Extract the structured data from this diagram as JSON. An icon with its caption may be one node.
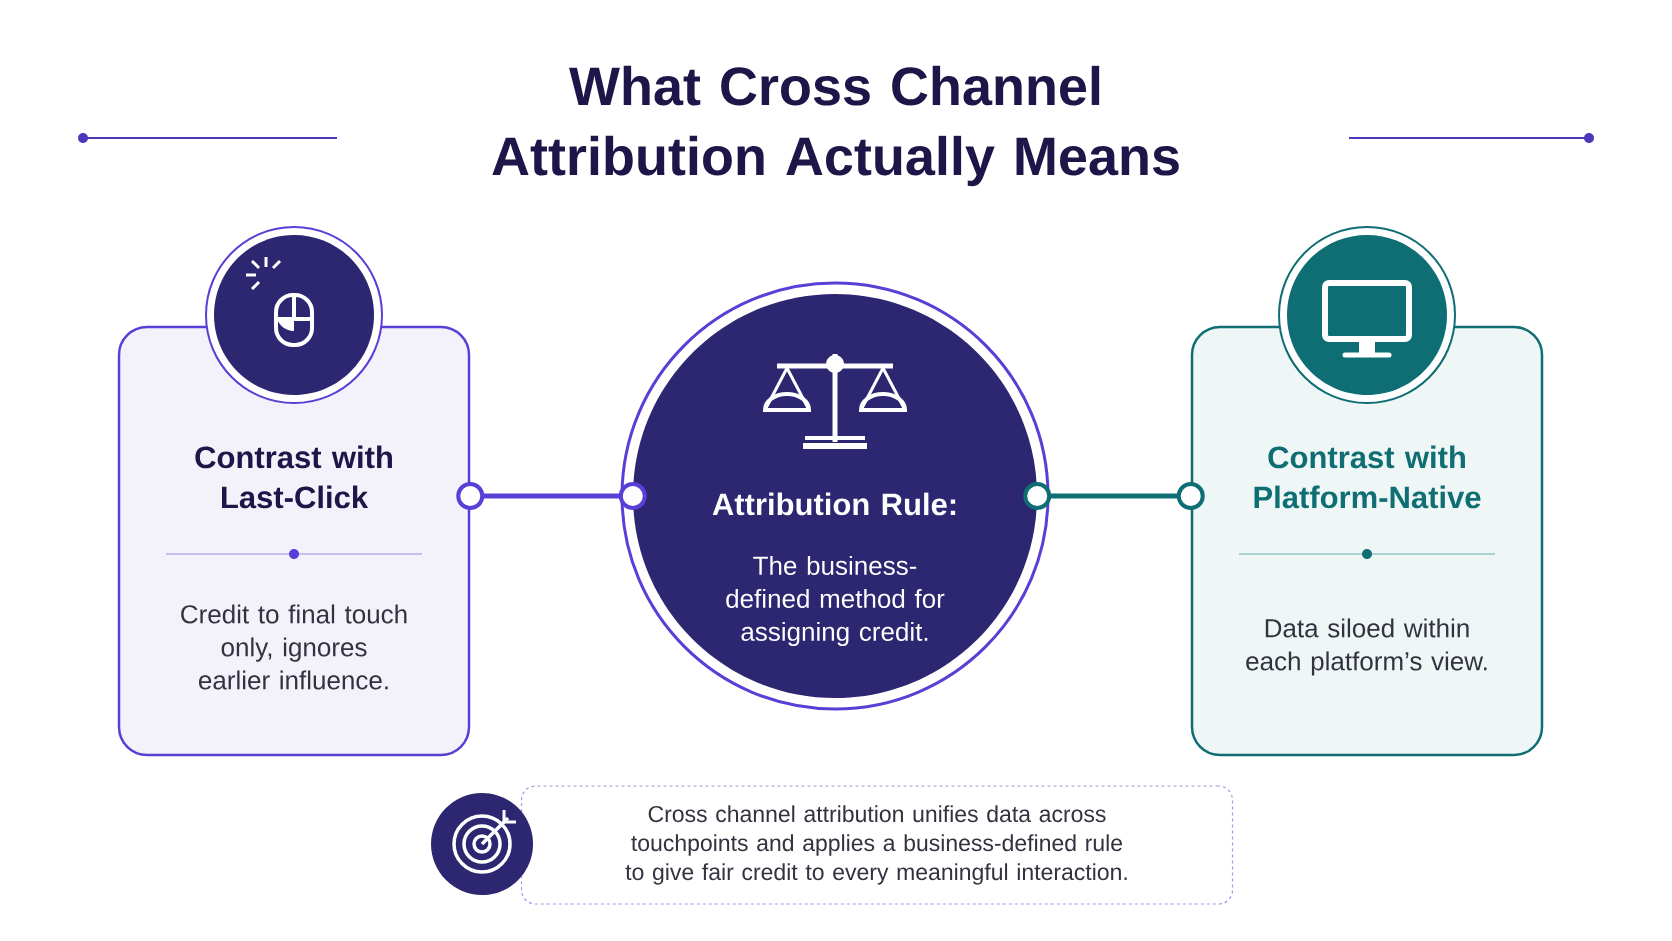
{
  "diagram": {
    "title": "What Cross Channel Attribution Actually Means",
    "nodes": [
      {
        "text": [
          "Contrast with Last-Click",
          "Credit to final touch only, ignores earlier influence."
        ]
      },
      {
        "text": [
          "Attribution Rule:",
          "The business-defined method for assigning credit."
        ]
      },
      {
        "text": [
          "Contrast with Platform-Native",
          "Data siloed within each platform’s view."
        ]
      },
      {
        "text": [
          "Cross channel attribution unifies data across touchpoints and applies a business-defined rule to give fair credit to every meaningful interaction."
        ]
      }
    ],
    "edges": [
      {
        "from": 0,
        "to": 1,
        "arrow": "other",
        "color": "#5a3fd6"
      },
      {
        "from": 1,
        "to": 2,
        "arrow": "other",
        "color": "#0f6e73"
      }
    ]
  }
}
